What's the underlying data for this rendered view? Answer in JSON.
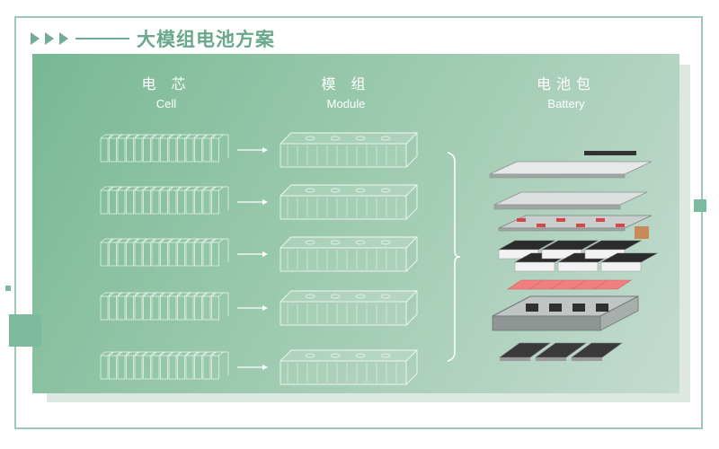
{
  "title": "大模组电池方案",
  "columns": [
    {
      "zh": "电 芯",
      "en": "Cell"
    },
    {
      "zh": "模 组",
      "en": "Module"
    },
    {
      "zh": "电池包",
      "en": "Battery"
    }
  ],
  "colors": {
    "accent": "#6aa88d",
    "panel_start": "#78b894",
    "panel_end": "#c3dbd0",
    "line": "#ffffff"
  },
  "rows": 5,
  "battery_layers": [
    "top-cover",
    "cover-plate",
    "wiring-harness",
    "cell-modules",
    "heating-pads",
    "tray-frame",
    "base-plates"
  ]
}
